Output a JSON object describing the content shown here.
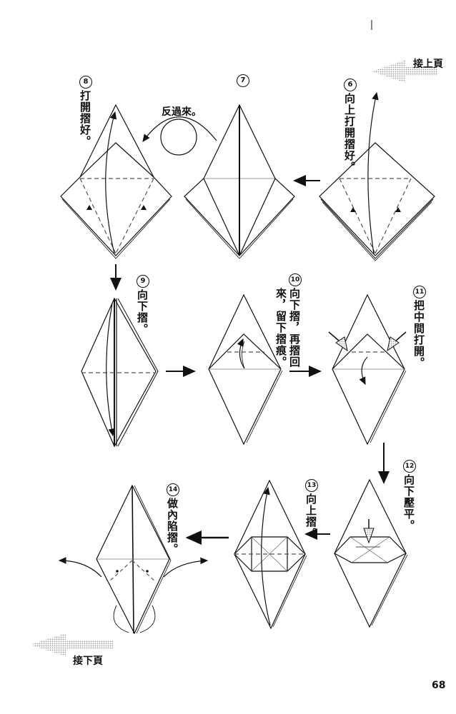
{
  "nav": {
    "prev_page_label": "接上頁",
    "next_page_label": "接下頁"
  },
  "page_number": "68",
  "steps": [
    {
      "number": "6",
      "text": "向上打開摺好。"
    },
    {
      "number": "7",
      "text": ""
    },
    {
      "number": "8",
      "text": "打開摺好。"
    },
    {
      "number": "9",
      "text": "向下摺。"
    },
    {
      "number": "10",
      "text_col1": "向下摺，再摺回",
      "text_col2": "來，留下摺痕。"
    },
    {
      "number": "11",
      "text": "把中間打開。"
    },
    {
      "number": "12",
      "text": "向下壓平。"
    },
    {
      "number": "13",
      "text": "向上摺。"
    },
    {
      "number": "14",
      "text": "做內陷摺。"
    }
  ],
  "annotations": {
    "flip_over": "反過來。"
  },
  "colors": {
    "ink": "#111111",
    "dashed": "#555555",
    "nav_arrow": "#c8c8c8",
    "paper": "#ffffff"
  }
}
